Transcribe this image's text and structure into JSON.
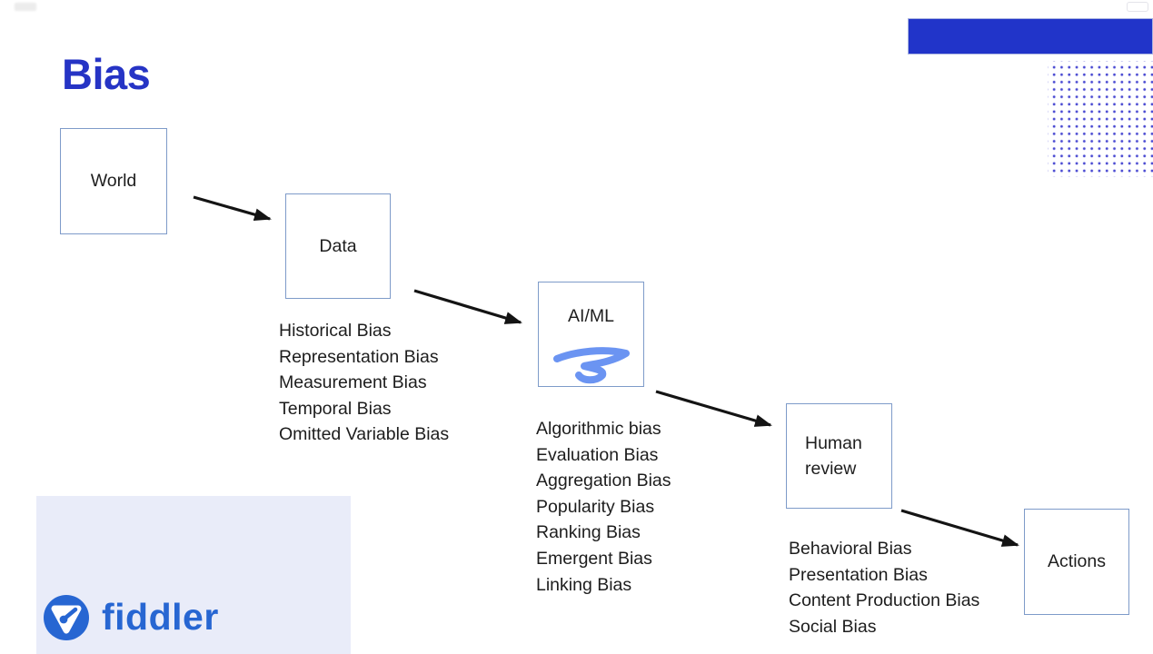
{
  "slide": {
    "title": "Bias",
    "stages": [
      {
        "label": "World"
      },
      {
        "label": "Data",
        "biases": [
          "Historical Bias",
          "Representation Bias",
          "Measurement Bias",
          "Temporal Bias",
          "Omitted Variable Bias"
        ]
      },
      {
        "label": "AI/ML",
        "biases": [
          "Algorithmic bias",
          "Evaluation Bias",
          "Aggregation Bias",
          "Popularity Bias",
          "Ranking Bias",
          "Emergent Bias",
          "Linking Bias"
        ]
      },
      {
        "label": "Human review",
        "biases": [
          "Behavioral Bias",
          "Presentation Bias",
          "Content Production Bias",
          "Social Bias"
        ]
      },
      {
        "label": "Actions"
      }
    ],
    "brand": {
      "wordmark": "fiddler"
    },
    "colors": {
      "title_blue": "#2634C5",
      "banner_blue": "#2134C9",
      "dot_blue": "#4747D1",
      "box_border_blue": "#7E9BC9",
      "arrow_black": "#141414",
      "text_black": "#1E1E1E",
      "scribble_blue": "#6B94F2",
      "fiddler_blue": "#2766D2",
      "panel_lavender": "#E9ECF9"
    }
  }
}
